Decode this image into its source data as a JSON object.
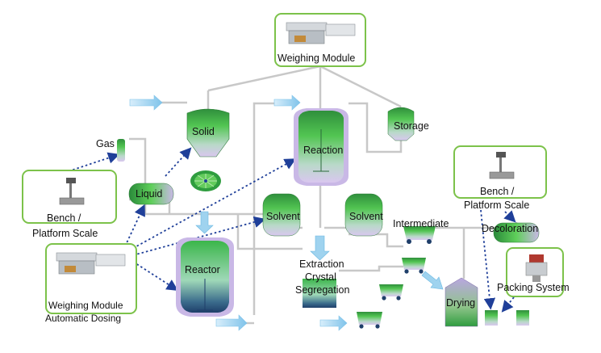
{
  "boxes": {
    "weighing_top": "Weighing Module",
    "bench_left_1": "Bench  /",
    "bench_left_2": "Platform Scale",
    "weighing_left_1": "Weighing Module",
    "weighing_left_2": "Automatic Dosing",
    "bench_right_1": "Bench  /",
    "bench_right_2": "Platform Scale",
    "packing": "Packing System"
  },
  "vessels": {
    "gas": "Gas",
    "solid": "Solid",
    "liquid": "Liquid",
    "reaction": "Reaction",
    "storage": "Storage",
    "solvent1": "Solvent",
    "solvent2": "Solvent",
    "reactor": "Reactor",
    "intermediate": "Intermediate",
    "extraction_1": "Extraction",
    "extraction_2": "Crystal",
    "extraction_3": "Segregation",
    "decoloration": "Decoloration",
    "drying": "Drying"
  },
  "colors": {
    "box_border": "#7cc24a",
    "vessel_green": "#3fb24a",
    "vessel_lavender": "#c9b8e6",
    "pipe": "#c8c8c8",
    "dotted_arrow": "#1f3f99",
    "flow_arrow": "#9fd3ef"
  }
}
